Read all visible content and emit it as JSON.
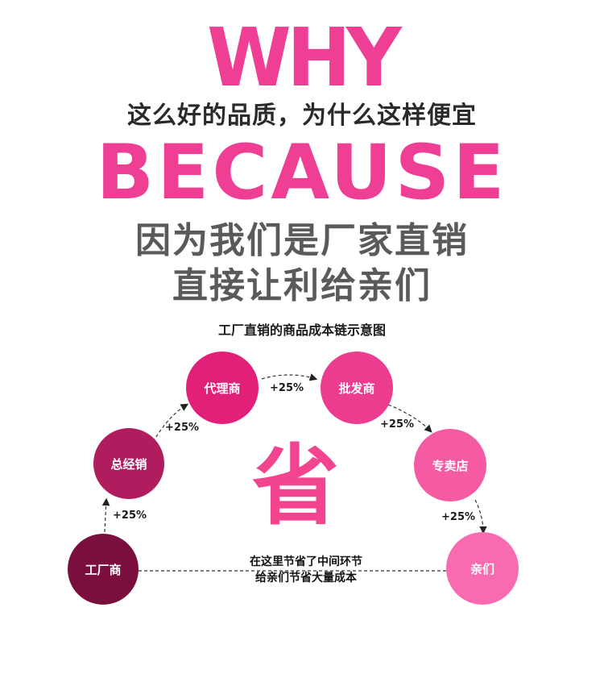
{
  "headline": {
    "why": "WHY",
    "question": "这么好的品质，为什么这样便宜",
    "because": "BECAUSE",
    "answer_line1": "因为我们是厂家直销",
    "answer_line2": "直接让利给亲们"
  },
  "diagram": {
    "title": "工厂直销的商品成本链示意图",
    "nodes": {
      "factory": "工厂商",
      "general": "总经销",
      "agent": "代理商",
      "wholesale": "批发商",
      "store": "专卖店",
      "customer": "亲们"
    },
    "markups": [
      "+25%",
      "+25%",
      "+25%",
      "+25%",
      "+25%"
    ],
    "center_char": "省",
    "note_line1": "在这里节省了中间环节",
    "note_line2": "给亲们节省大量成本"
  },
  "colors": {
    "pink": "#ee3f95",
    "factory": "#7a0f3d",
    "general": "#b01d5e",
    "agent": "#e2207a",
    "wholesale": "#eb3c8f",
    "store": "#f45ba3",
    "customer": "#f86bb0"
  }
}
